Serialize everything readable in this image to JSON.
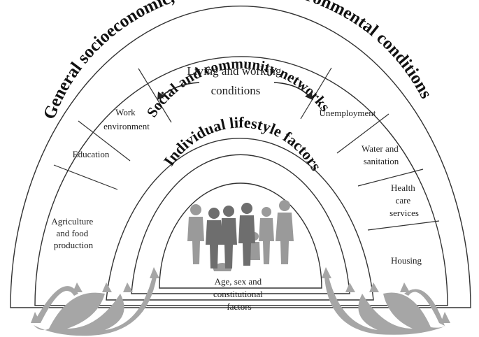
{
  "outer_ring": {
    "title": "General socioeconomic, cultural and environmental conditions"
  },
  "middle_ring": {
    "title": "Social and community networks"
  },
  "inner_ring": {
    "title": "Individual lifestyle factors"
  },
  "core": {
    "label_lines": [
      "Age, sex and",
      "constitutional",
      "factors"
    ]
  },
  "living_working": {
    "label_lines": [
      "Living and working",
      "conditions"
    ]
  },
  "sectors": {
    "agriculture": [
      "Agriculture",
      "and food",
      "production"
    ],
    "education": [
      "Education"
    ],
    "work_environment": [
      "Work",
      "environment"
    ],
    "unemployment": [
      "Unemployment"
    ],
    "water": [
      "Water and",
      "sanitation"
    ],
    "health": [
      "Health",
      "care",
      "services"
    ],
    "housing": [
      "Housing"
    ]
  },
  "colors": {
    "line": "#333333",
    "arrow_fill": "#a6a6a6",
    "figure_dark": "#6e6e6e",
    "figure_light": "#9a9a9a"
  }
}
